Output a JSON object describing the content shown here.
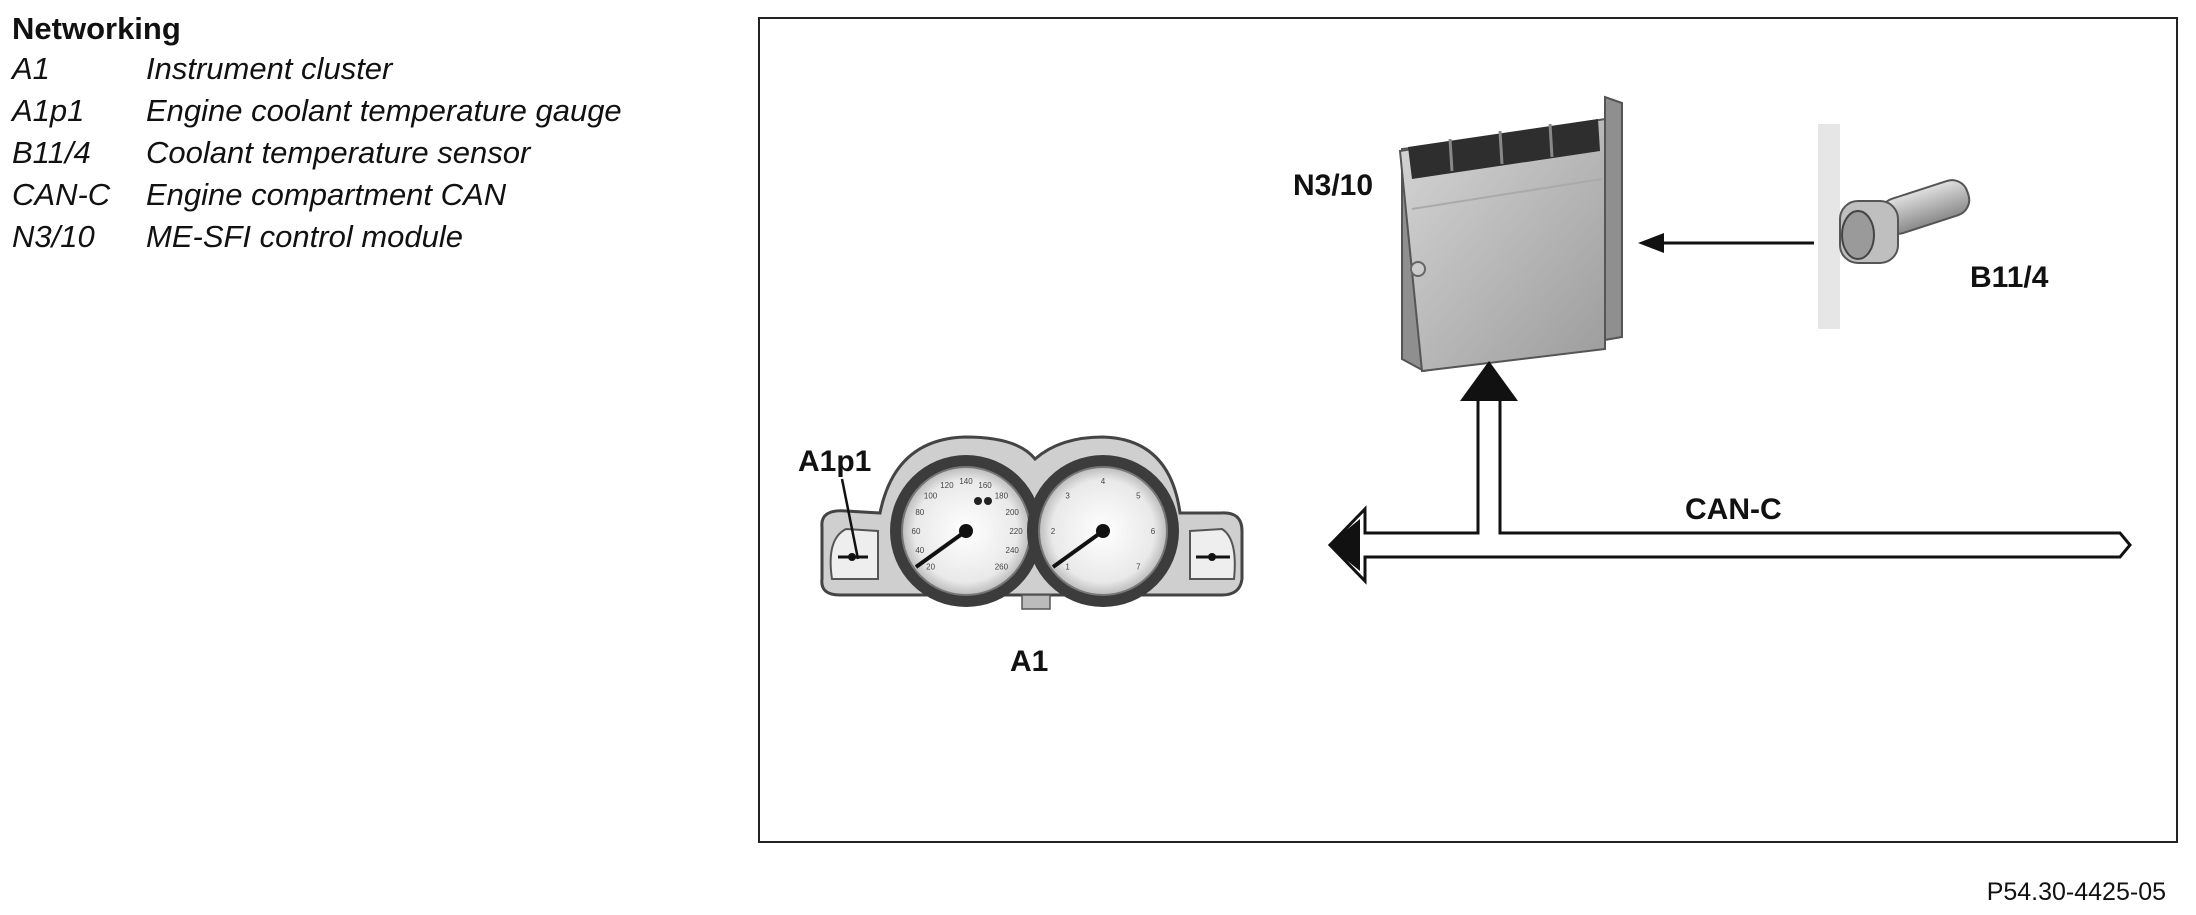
{
  "legend": {
    "title": "Networking",
    "items": [
      {
        "code": "A1",
        "description": "Instrument cluster"
      },
      {
        "code": "A1p1",
        "description": "Engine coolant temperature gauge"
      },
      {
        "code": "B11/4",
        "description": "Coolant temperature sensor"
      },
      {
        "code": "CAN-C",
        "description": "Engine compartment CAN"
      },
      {
        "code": "N3/10",
        "description": "ME-SFI control module"
      }
    ]
  },
  "diagram": {
    "labels": {
      "control_module": "N3/10",
      "sensor": "B11/4",
      "gauge": "A1p1",
      "cluster": "A1",
      "bus": "CAN-C"
    },
    "gauge_ticks": {
      "speedometer": [
        "20",
        "40",
        "60",
        "80",
        "100",
        "120",
        "140",
        "160",
        "180",
        "200",
        "220",
        "240",
        "260"
      ],
      "tachometer": [
        "1",
        "2",
        "3",
        "4",
        "5",
        "6",
        "7"
      ]
    }
  },
  "figure_ref": "P54.30-4425-05"
}
